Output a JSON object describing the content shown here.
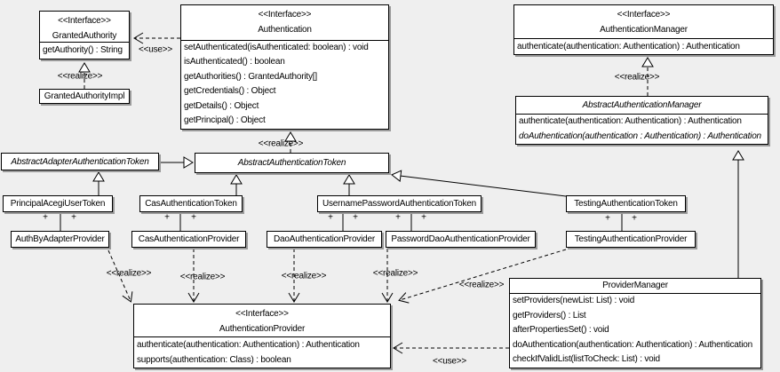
{
  "classes": {
    "granted_authority": {
      "stereotype": "<<Interface>>",
      "name": "GrantedAuthority",
      "methods": [
        "getAuthority() : String"
      ]
    },
    "granted_authority_impl": {
      "name": "GrantedAuthorityImpl"
    },
    "authentication": {
      "stereotype": "<<Interface>>",
      "name": "Authentication",
      "methods": [
        "setAuthenticated(isAuthenticated: boolean) : void",
        "isAuthenticated() : boolean",
        "getAuthorities() : GrantedAuthority[]",
        "getCredentials() : Object",
        "getDetails() : Object",
        "getPrincipal() : Object"
      ]
    },
    "authentication_manager": {
      "stereotype": "<<Interface>>",
      "name": "AuthenticationManager",
      "methods": [
        "authenticate(authentication: Authentication) : Authentication"
      ]
    },
    "abstract_authentication_manager": {
      "name": "AbstractAuthenticationManager",
      "methods": [
        "authenticate(authentication: Authentication) : Authentication",
        "doAuthentication(authentication : Authentication) : Authentication"
      ]
    },
    "abstract_adapter_authentication_token": {
      "name": "AbstractAdapterAuthenticationToken"
    },
    "abstract_authentication_token": {
      "name": "AbstractAuthenticationToken"
    },
    "principal_acegi_user_token": {
      "name": "PrincipalAcegiUserToken"
    },
    "cas_authentication_token": {
      "name": "CasAuthenticationToken"
    },
    "username_password_authentication_token": {
      "name": "UsernamePasswordAuthenticationToken"
    },
    "testing_authentication_token": {
      "name": "TestingAuthenticationToken"
    },
    "auth_by_adapter_provider": {
      "name": "AuthByAdapterProvider"
    },
    "cas_authentication_provider": {
      "name": "CasAuthenticationProvider"
    },
    "dao_authentication_provider": {
      "name": "DaoAuthenticationProvider"
    },
    "password_dao_authentication_provider": {
      "name": "PasswordDaoAuthenticationProvider"
    },
    "testing_authentication_provider": {
      "name": "TestingAuthenticationProvider"
    },
    "authentication_provider": {
      "stereotype": "<<Interface>>",
      "name": "AuthenticationProvider",
      "methods": [
        "authenticate(authentication: Authentication) : Authentication",
        "supports(authentication: Class) : boolean"
      ]
    },
    "provider_manager": {
      "name": "ProviderManager",
      "methods": [
        "setProviders(newList: List) : void",
        "getProviders() : List",
        "afterPropertiesSet() : void",
        "doAuthentication(authentication: Authentication) : Authentication",
        "checkIfValidList(listToCheck: List) : void"
      ]
    }
  },
  "labels": {
    "use": "<<use>>",
    "realize": "<<realize>>",
    "plus": "+"
  },
  "colors": {
    "background": "#efefef",
    "node_fill": "#ffffff",
    "line": "#000000",
    "shadow": "#9a9a9a"
  }
}
